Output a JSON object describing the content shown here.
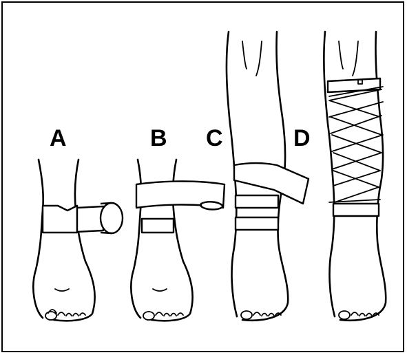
{
  "figure": {
    "panels": [
      {
        "id": "A",
        "label": "A"
      },
      {
        "id": "B",
        "label": "B"
      },
      {
        "id": "C",
        "label": "C"
      },
      {
        "id": "D",
        "label": "D"
      }
    ]
  },
  "colors": {
    "ink": "#000000",
    "paper": "#ffffff"
  }
}
